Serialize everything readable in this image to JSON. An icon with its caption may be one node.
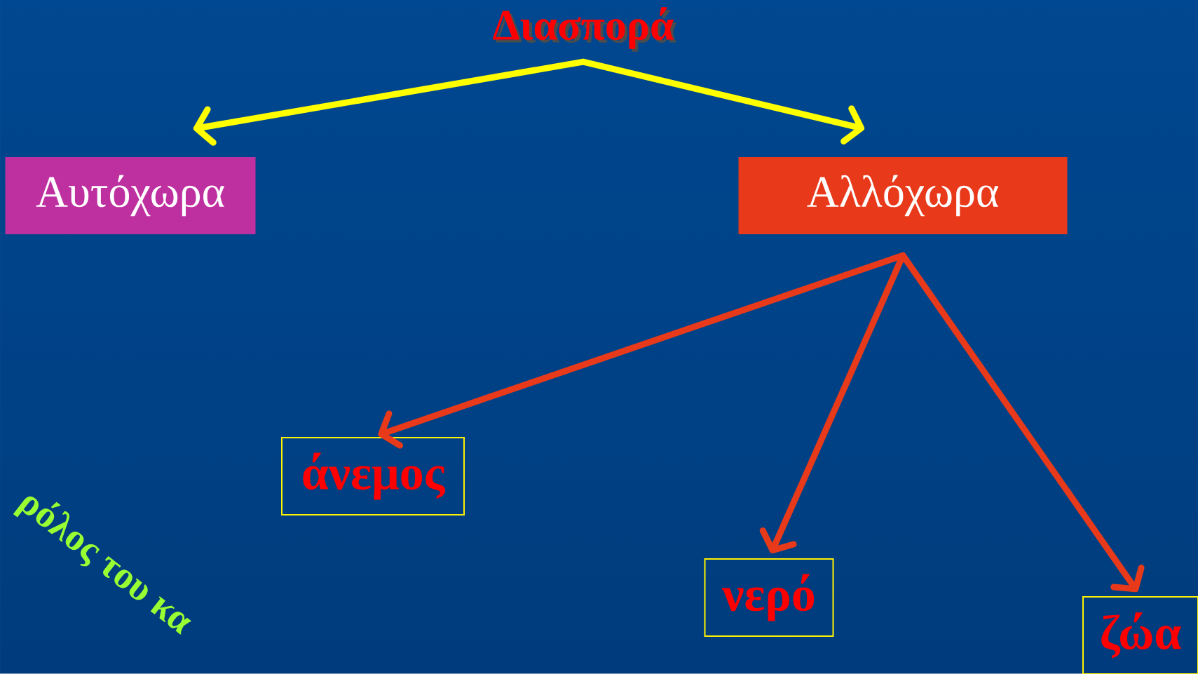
{
  "diagram": {
    "nodes": [
      {
        "text": [
          "Διασπορά"
        ]
      },
      {
        "text": [
          "Αυτόχωρα"
        ]
      },
      {
        "text": [
          "Αλλόχωρα"
        ]
      },
      {
        "text": [
          "άνεμος"
        ]
      },
      {
        "text": [
          "νερό"
        ]
      },
      {
        "text": [
          "ζώα"
        ]
      }
    ],
    "edges": [
      {
        "from": 0,
        "to": 1,
        "arrow": "to",
        "color": "#ffff00"
      },
      {
        "from": 0,
        "to": 2,
        "arrow": "to",
        "color": "#ffff00"
      },
      {
        "from": 2,
        "to": 3,
        "arrow": "to"
      },
      {
        "from": 2,
        "to": 4,
        "arrow": "to"
      },
      {
        "from": 2,
        "to": 5,
        "arrow": "to"
      }
    ],
    "labels": [
      "ρόλος του κα"
    ]
  }
}
